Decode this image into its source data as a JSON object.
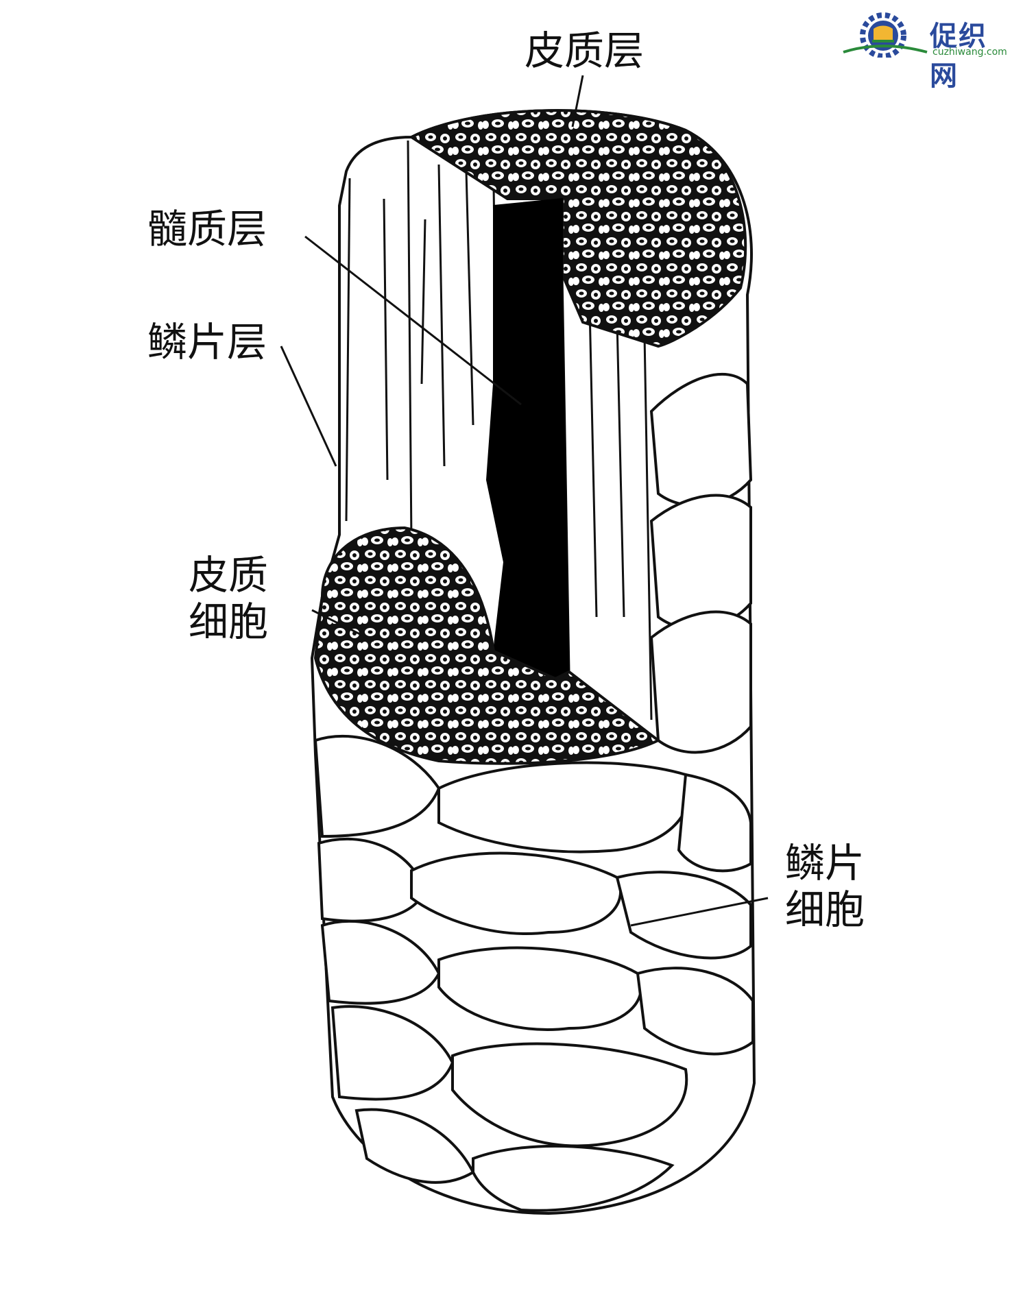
{
  "logo": {
    "name": "促织网",
    "domain": "cuzhiwang.com",
    "colors": {
      "blue": "#2a4a9c",
      "gold": "#f2b632",
      "green": "#2a8a3a"
    }
  },
  "labels": {
    "cortex_top": "皮质层",
    "medulla": "髓质层",
    "cuticle_layer": "鳞片层",
    "cortical_cell_line1": "皮质",
    "cortical_cell_line2": "细胞",
    "scale_cell_line1": "鳞片",
    "scale_cell_line2": "细胞"
  }
}
